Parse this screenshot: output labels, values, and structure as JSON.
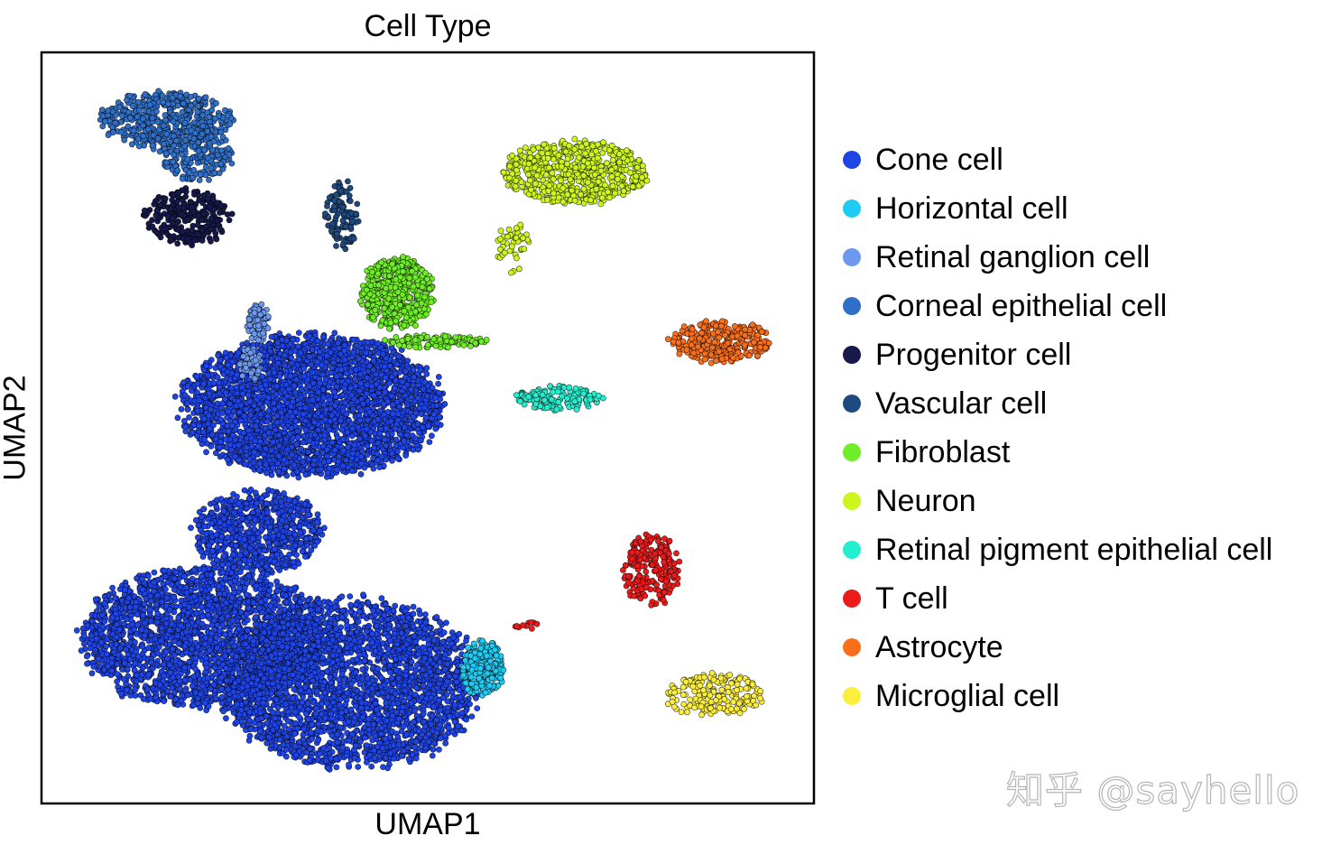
{
  "chart_data": {
    "type": "scatter",
    "title": "Cell Type",
    "xlabel": "UMAP1",
    "ylabel": "UMAP2",
    "xlim": [
      0,
      100
    ],
    "ylim": [
      0,
      100
    ],
    "grid": false,
    "legend_position": "right",
    "series": [
      {
        "name": "Cone cell",
        "color": "#1f44e6",
        "clusters": [
          {
            "cx": 35,
            "cy": 53,
            "rx": 18,
            "ry": 10,
            "n": 3200
          },
          {
            "cx": 21,
            "cy": 22,
            "rx": 17,
            "ry": 10,
            "n": 2300
          },
          {
            "cx": 40,
            "cy": 16,
            "rx": 18,
            "ry": 12,
            "n": 2800
          },
          {
            "cx": 28,
            "cy": 36,
            "rx": 9,
            "ry": 6,
            "n": 700
          }
        ]
      },
      {
        "name": "Horizontal cell",
        "color": "#1ecbf2",
        "clusters": [
          {
            "cx": 57,
            "cy": 18,
            "rx": 3,
            "ry": 4,
            "n": 230
          }
        ]
      },
      {
        "name": "Retinal ganglion cell",
        "color": "#6c98ee",
        "clusters": [
          {
            "cx": 28,
            "cy": 64,
            "rx": 1.6,
            "ry": 2.8,
            "n": 90
          },
          {
            "cx": 27,
            "cy": 58.5,
            "rx": 1.5,
            "ry": 2.5,
            "n": 70
          }
        ]
      },
      {
        "name": "Corneal epithelial cell",
        "color": "#2f6fc8",
        "clusters": [
          {
            "cx": 16,
            "cy": 91,
            "rx": 9,
            "ry": 4,
            "n": 500
          },
          {
            "cx": 20,
            "cy": 86.5,
            "rx": 5,
            "ry": 4,
            "n": 200
          }
        ]
      },
      {
        "name": "Progenitor cell",
        "color": "#16194a",
        "clusters": [
          {
            "cx": 19,
            "cy": 78,
            "rx": 6,
            "ry": 4,
            "n": 260
          }
        ]
      },
      {
        "name": "Vascular cell",
        "color": "#1f4a7e",
        "clusters": [
          {
            "cx": 39,
            "cy": 78.5,
            "rx": 2.4,
            "ry": 5,
            "n": 110
          }
        ]
      },
      {
        "name": "Fibroblast",
        "color": "#6fed26",
        "clusters": [
          {
            "cx": 46,
            "cy": 68,
            "rx": 5,
            "ry": 5,
            "n": 520
          },
          {
            "cx": 51,
            "cy": 61.5,
            "rx": 7,
            "ry": 0.9,
            "n": 110
          }
        ]
      },
      {
        "name": "Neuron",
        "color": "#cdf51e",
        "clusters": [
          {
            "cx": 69,
            "cy": 84,
            "rx": 10,
            "ry": 4.5,
            "n": 620
          },
          {
            "cx": 61,
            "cy": 74,
            "rx": 2.3,
            "ry": 3.8,
            "n": 45
          }
        ]
      },
      {
        "name": "Retinal pigment epithelial cell",
        "color": "#22efcf",
        "clusters": [
          {
            "cx": 67,
            "cy": 54,
            "rx": 6,
            "ry": 1.8,
            "n": 140
          }
        ]
      },
      {
        "name": "T cell",
        "color": "#ec1b1b",
        "clusters": [
          {
            "cx": 79,
            "cy": 31,
            "rx": 4,
            "ry": 5,
            "n": 210
          },
          {
            "cx": 63,
            "cy": 23.5,
            "rx": 1.8,
            "ry": 1,
            "n": 10
          }
        ]
      },
      {
        "name": "Astrocyte",
        "color": "#fb6f1b",
        "clusters": [
          {
            "cx": 88,
            "cy": 61.5,
            "rx": 7,
            "ry": 3,
            "n": 310
          }
        ]
      },
      {
        "name": "Microglial cell",
        "color": "#fbee3c",
        "clusters": [
          {
            "cx": 87,
            "cy": 14.5,
            "rx": 7,
            "ry": 3,
            "n": 190
          }
        ]
      }
    ]
  },
  "watermark": "知乎 @sayhello"
}
